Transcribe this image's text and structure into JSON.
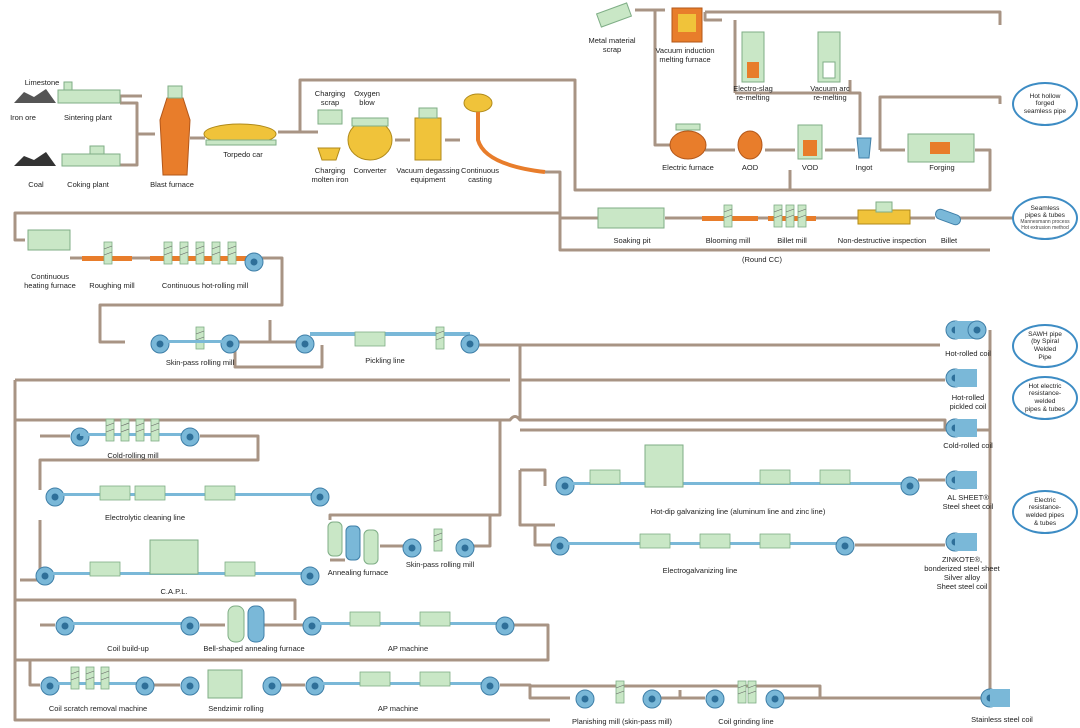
{
  "labels": {
    "limestone": "Limestone",
    "iron_ore": "Iron ore",
    "sintering_plant": "Sintering plant",
    "coal": "Coal",
    "coking_plant": "Coking plant",
    "blast_furnace": "Blast furnace",
    "torpedo_car": "Torpedo car",
    "charging_scrap": "Charging\nscrap",
    "oxygen_blow": "Oxygen\nblow",
    "charging_molten_iron": "Charging\nmolten iron",
    "converter": "Converter",
    "vacuum_degassing": "Vacuum degassing\nequipment",
    "continuous_casting": "Continuous\ncasting",
    "metal_material_scrap": "Metal material\nscrap",
    "vacuum_induction": "Vacuum induction\nmelting furnace",
    "electro_slag": "Electro-slag\nre-melting",
    "vacuum_arc": "Vacuum arc\nre-melting",
    "electric_furnace": "Electric furnace",
    "aod": "AOD",
    "vod": "VOD",
    "ingot": "Ingot",
    "forging": "Forging",
    "soaking_pit": "Soaking pit",
    "blooming_mill": "Blooming mill",
    "billet_mill": "Billet mill",
    "round_cc": "(Round CC)",
    "non_destructive": "Non-destructive inspection",
    "billet": "Billet",
    "continuous_heating": "Continuous\nheating furnace",
    "roughing_mill": "Roughing mill",
    "continuous_hot_rolling": "Continuous hot-rolling mill",
    "skin_pass_1": "Skin-pass rolling mill",
    "pickling_line": "Pickling line",
    "hot_rolled_coil": "Hot-rolled coil",
    "hot_rolled_pickled_coil": "Hot-rolled\npickled coil",
    "cold_rolled_coil": "Cold-rolled coil",
    "al_sheet": "AL SHEET®\nSteel sheet coil",
    "zinkote": "ZINKOTE®,\nbonderized steel sheet\nSilver alloy\nSheet steel coil",
    "stainless_steel_coil": "Stainless steel coil",
    "cold_rolling_mill": "Cold-rolling mill",
    "electrolytic_cleaning": "Electrolytic cleaning line",
    "annealing_furnace": "Annealing furnace",
    "skin_pass_2": "Skin-pass rolling mill",
    "hot_dip_galvanizing": "Hot-dip galvanizing line (aluminum line and zinc line)",
    "electrogalvanizing": "Electrogalvanizing line",
    "capl": "C.A.P.L.",
    "coil_buildup": "Coil build-up",
    "bell_annealing": "Bell-shaped annealing furnace",
    "ap_machine_1": "AP machine",
    "coil_scratch_removal": "Coil scratch removal machine",
    "sendzimir": "Sendzimir rolling",
    "ap_machine_2": "AP machine",
    "planishing_mill": "Planishing mill (skin-pass mill)",
    "coil_grinding": "Coil grinding line"
  },
  "products": {
    "hot_hollow": "Hot hollow\nforged\nseamless pipe",
    "seamless": "Seamless\npipes & tubes",
    "seamless_small": "Mannesmann process\nHot extrusion method",
    "sawh": "SAWH pipe\n(by Spiral\nWelded\nPipe",
    "hot_erw": "Hot electric\nresistance-\nwelded\npipes & tubes",
    "erw": "Electric\nresistance-\nwelded pipes\n& tubes"
  },
  "colors": {
    "pipe": "#a89484",
    "equipment": "#c9e7c6",
    "equipment_edge": "#7fae86",
    "coil": "#7ab8d8",
    "coil_edge": "#3f7fa8",
    "hot": "#e87d2b",
    "molten": "#f0c33a",
    "product_ring": "#3d8cc4"
  }
}
